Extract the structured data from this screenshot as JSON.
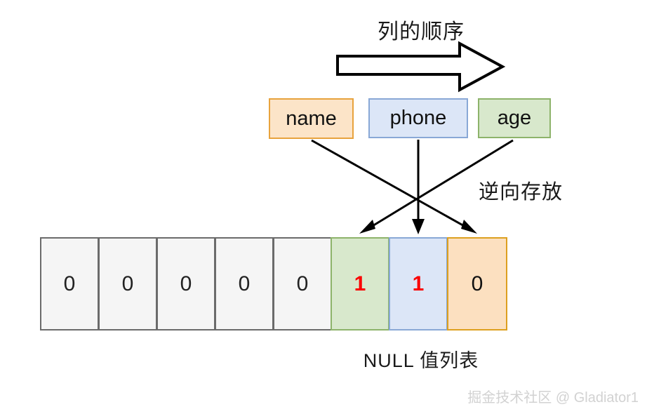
{
  "diagram": {
    "title": "列的顺序",
    "side_note": "逆向存放",
    "caption": "NULL 值列表",
    "watermark": "掘金技术社区 @ Gladiator1",
    "background_color": "#ffffff"
  },
  "columns": [
    {
      "label": "name",
      "fill": "#fce4c8",
      "border": "#e8a33d"
    },
    {
      "label": "phone",
      "fill": "#dce6f7",
      "border": "#89a8d6"
    },
    {
      "label": "age",
      "fill": "#d8e8cc",
      "border": "#8db36a"
    }
  ],
  "null_bitmap": {
    "cells": [
      {
        "value": "0",
        "style": "gray",
        "fill": "#f5f5f5",
        "border": "#6b6b6b",
        "text_color": "#222222"
      },
      {
        "value": "0",
        "style": "gray",
        "fill": "#f5f5f5",
        "border": "#6b6b6b",
        "text_color": "#222222"
      },
      {
        "value": "0",
        "style": "gray",
        "fill": "#f5f5f5",
        "border": "#6b6b6b",
        "text_color": "#222222"
      },
      {
        "value": "0",
        "style": "gray",
        "fill": "#f5f5f5",
        "border": "#6b6b6b",
        "text_color": "#222222"
      },
      {
        "value": "0",
        "style": "gray",
        "fill": "#f5f5f5",
        "border": "#6b6b6b",
        "text_color": "#222222"
      },
      {
        "value": "1",
        "style": "green",
        "fill": "#d8e8cc",
        "border": "#8db36a",
        "text_color": "#fa0000"
      },
      {
        "value": "1",
        "style": "blue",
        "fill": "#dce6f7",
        "border": "#89a8d6",
        "text_color": "#fa0000"
      },
      {
        "value": "0",
        "style": "orange",
        "fill": "#fce0c0",
        "border": "#dda01f",
        "text_color": "#111111"
      }
    ]
  },
  "arrows": {
    "order_arrow": "big-right-arrow",
    "mappings": [
      {
        "from": "name",
        "to_cell_index": 7
      },
      {
        "from": "phone",
        "to_cell_index": 6
      },
      {
        "from": "age",
        "to_cell_index": 5
      }
    ]
  }
}
